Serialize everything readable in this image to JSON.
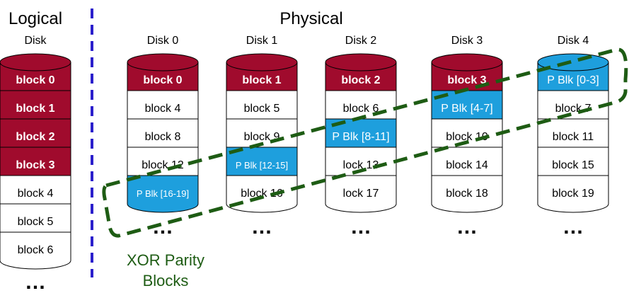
{
  "headings": {
    "logical_title": "Logical",
    "logical_sub": "Disk",
    "physical_title": "Physical"
  },
  "logical_disk": {
    "blocks": [
      {
        "label": "block 0",
        "kind": "data"
      },
      {
        "label": "block 1",
        "kind": "data"
      },
      {
        "label": "block 2",
        "kind": "data"
      },
      {
        "label": "block 3",
        "kind": "data"
      },
      {
        "label": "block 4",
        "kind": "empty"
      },
      {
        "label": "block 5",
        "kind": "empty"
      },
      {
        "label": "block 6",
        "kind": "empty"
      }
    ],
    "ellipsis": "…"
  },
  "physical_disks": [
    {
      "name": "Disk 0",
      "blocks": [
        {
          "label": "block 0",
          "kind": "data"
        },
        {
          "label": "block 4",
          "kind": "empty"
        },
        {
          "label": "block 8",
          "kind": "empty"
        },
        {
          "label": "block 12",
          "kind": "empty"
        },
        {
          "label": "P Blk [16-19]",
          "kind": "parity",
          "small": true
        }
      ],
      "ellipsis": "…"
    },
    {
      "name": "Disk 1",
      "blocks": [
        {
          "label": "block 1",
          "kind": "data"
        },
        {
          "label": "block 5",
          "kind": "empty"
        },
        {
          "label": "block 9",
          "kind": "empty"
        },
        {
          "label": "P Blk [12-15]",
          "kind": "parity",
          "small": true
        },
        {
          "label": "block 16",
          "kind": "empty"
        }
      ],
      "ellipsis": "…"
    },
    {
      "name": "Disk 2",
      "blocks": [
        {
          "label": "block 2",
          "kind": "data"
        },
        {
          "label": "block 6",
          "kind": "empty"
        },
        {
          "label": "P Blk [8-11]",
          "kind": "parity"
        },
        {
          "label": "lock 13",
          "kind": "empty"
        },
        {
          "label": "lock 17",
          "kind": "empty"
        }
      ],
      "ellipsis": "…"
    },
    {
      "name": "Disk 3",
      "blocks": [
        {
          "label": "block 3",
          "kind": "data"
        },
        {
          "label": "P Blk [4-7]",
          "kind": "parity"
        },
        {
          "label": "block 10",
          "kind": "empty"
        },
        {
          "label": "block 14",
          "kind": "empty"
        },
        {
          "label": "block 18",
          "kind": "empty"
        }
      ],
      "ellipsis": "…"
    },
    {
      "name": "Disk 4",
      "blocks": [
        {
          "label": "P Blk [0-3]",
          "kind": "parity"
        },
        {
          "label": "block 7",
          "kind": "empty"
        },
        {
          "label": "block 11",
          "kind": "empty"
        },
        {
          "label": "block 15",
          "kind": "empty"
        },
        {
          "label": "block 19",
          "kind": "empty"
        }
      ],
      "ellipsis": "…"
    }
  ],
  "annotation": {
    "line1": "XOR Parity",
    "line2": "Blocks"
  },
  "colors": {
    "data": "#A00B2D",
    "data_top": "#A00B2D",
    "parity": "#1E9FDD",
    "empty": "#FFFFFF",
    "stroke": "#000000",
    "divider": "#2B1FCC",
    "highlight": "#1E5C14",
    "text_dark": "#000000",
    "text_light": "#FFFFFF"
  }
}
